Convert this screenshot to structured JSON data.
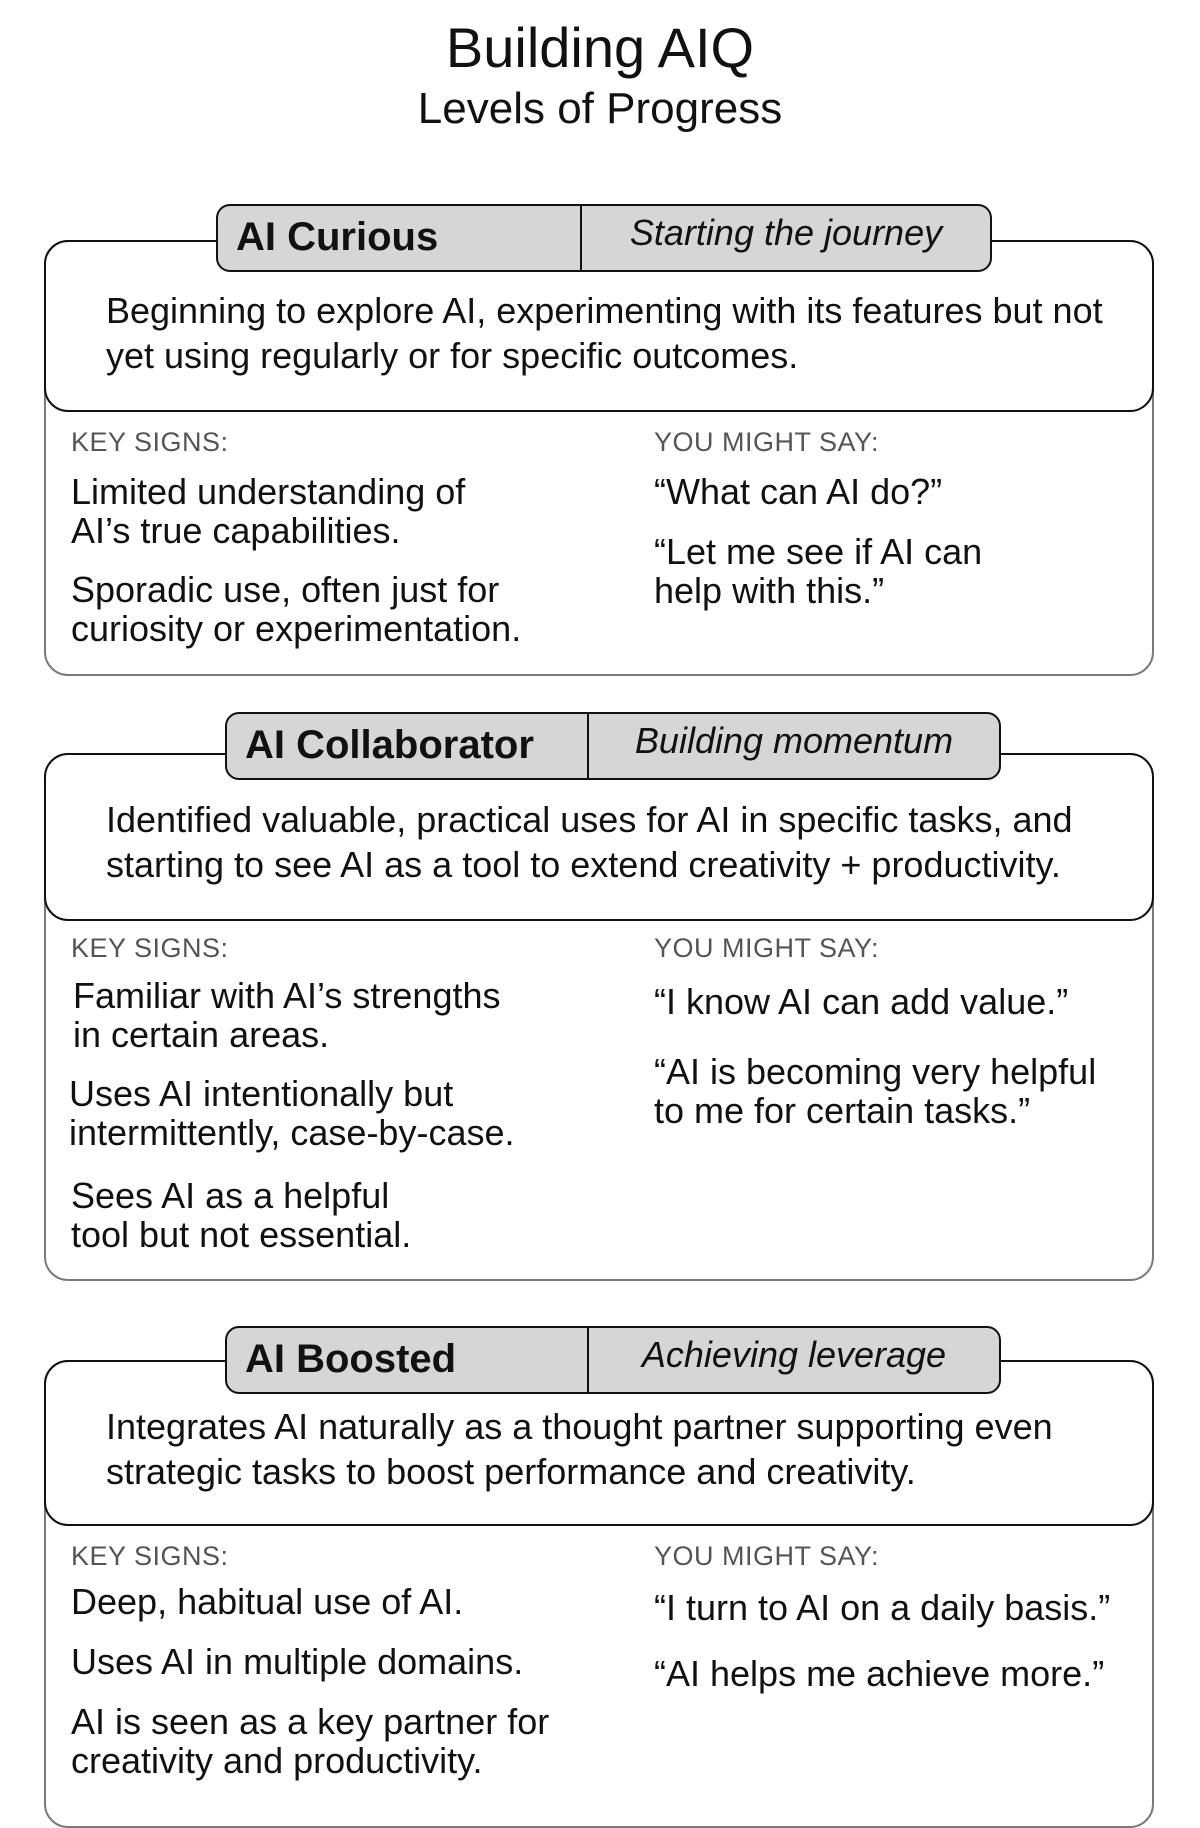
{
  "header": {
    "title": "Building AIQ",
    "subtitle": "Levels of Progress"
  },
  "column_labels": {
    "signs": "KEY SIGNS:",
    "say": "YOU MIGHT SAY:"
  },
  "levels": [
    {
      "name": "AI Curious",
      "tagline": "Starting the journey",
      "description": "Beginning to explore AI, experimenting with its features but not yet using regularly or for specific outcomes.",
      "key_signs": [
        "Limited understanding of\nAI’s true capabilities.",
        "Sporadic use, often just for\ncuriosity or experimentation."
      ],
      "quotes": [
        "“What can AI do?”",
        "“Let me see if AI can\n  help with this.”"
      ]
    },
    {
      "name": "AI Collaborator",
      "tagline": "Building momentum",
      "description": "Identified valuable, practical uses for AI in specific tasks, and starting to see AI as a tool to extend creativity + productivity.",
      "key_signs": [
        "Familiar with AI’s strengths\nin certain areas.",
        "Uses AI intentionally but\nintermittently, case-by-case.",
        "Sees AI as a helpful\ntool but not essential."
      ],
      "quotes": [
        "“I know AI can add value.”",
        "“AI is becoming very helpful\n  to me for certain tasks.”"
      ]
    },
    {
      "name": "AI Boosted",
      "tagline": "Achieving leverage",
      "description": "Integrates AI naturally as a thought partner supporting even strategic tasks to boost performance and creativity.",
      "key_signs": [
        "Deep, habitual use of AI.",
        "Uses AI in multiple domains.",
        "AI is seen as a key partner for\ncreativity and productivity."
      ],
      "quotes": [
        "“I turn to AI on a daily basis.”",
        "“AI helps me achieve more.”"
      ]
    }
  ]
}
